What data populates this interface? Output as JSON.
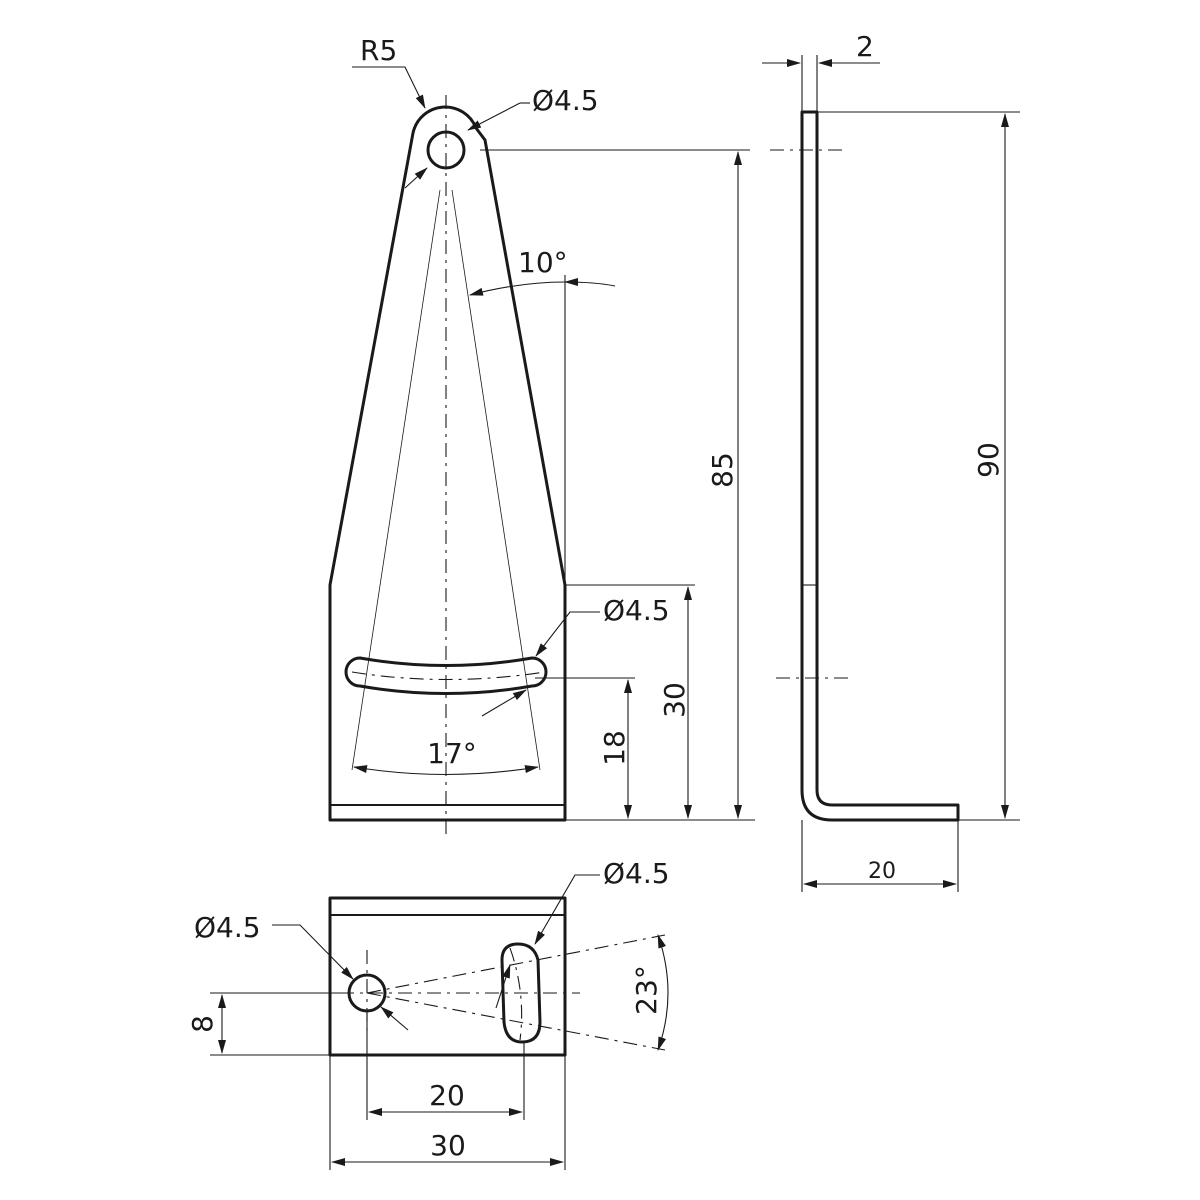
{
  "labels": {
    "front_top_radius": "R5",
    "front_top_hole": "Ø4.5",
    "front_taper_angle": "10°",
    "front_height_85": "85",
    "front_slot_dia": "Ø4.5",
    "front_slot_height_30": "30",
    "front_slot_height_18": "18",
    "front_slot_angle": "17°",
    "side_thickness": "2",
    "side_height": "90",
    "side_foot": "20",
    "bottom_slot_dia": "Ø4.5",
    "bottom_hole_dia": "Ø4.5",
    "bottom_offset_8": "8",
    "bottom_slot_angle": "23°",
    "bottom_spacing_20": "20",
    "bottom_width_30": "30"
  }
}
